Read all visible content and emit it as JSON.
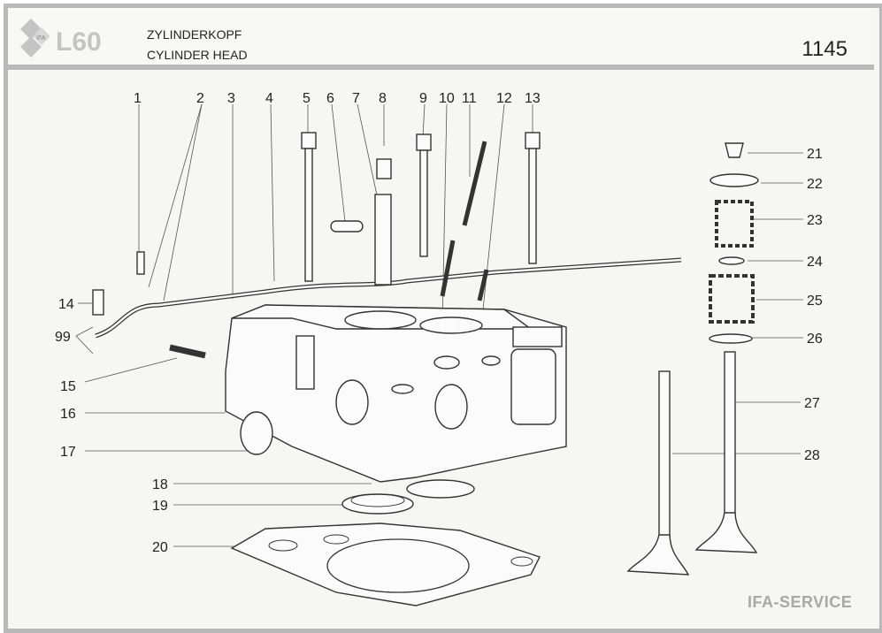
{
  "header": {
    "logo_text": "L60",
    "logo_badge": "IFA",
    "title_de": "ZYLINDERKOPF",
    "title_en": "CYLINDER HEAD",
    "page_number": "1145"
  },
  "callouts": {
    "top": [
      "1",
      "2",
      "3",
      "4",
      "5",
      "6",
      "7",
      "8",
      "9",
      "10",
      "11",
      "12",
      "13"
    ],
    "right": [
      "21",
      "22",
      "23",
      "24",
      "25",
      "26",
      "27",
      "28"
    ],
    "left": [
      "14",
      "99",
      "15",
      "16",
      "17",
      "18",
      "19",
      "20"
    ]
  },
  "footer": {
    "brand": "IFA-SERVICE"
  }
}
